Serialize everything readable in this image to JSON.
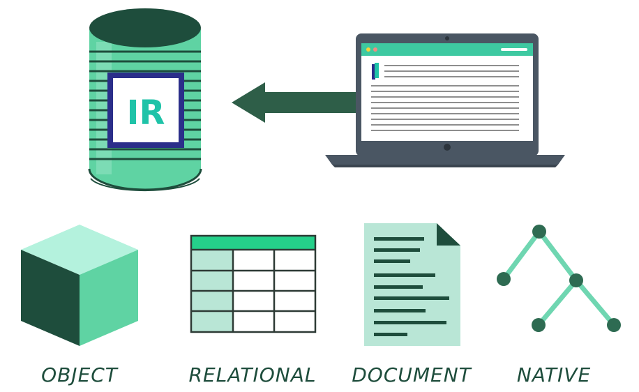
{
  "database": {
    "label": "IR"
  },
  "categories": [
    {
      "key": "object",
      "label": "OBJECT"
    },
    {
      "key": "relational",
      "label": "RELATIONAL"
    },
    {
      "key": "document",
      "label": "DOCUMENT"
    },
    {
      "key": "native",
      "label": "NATIVE"
    }
  ],
  "colors": {
    "dark_green": "#1e4d3c",
    "mid_green": "#2e6b52",
    "mint": "#5fd3a3",
    "light_mint": "#b9e6d6",
    "accent_teal": "#1fc3a8",
    "frame_navy": "#2b2e8a",
    "laptop_gray": "#4a5663"
  }
}
